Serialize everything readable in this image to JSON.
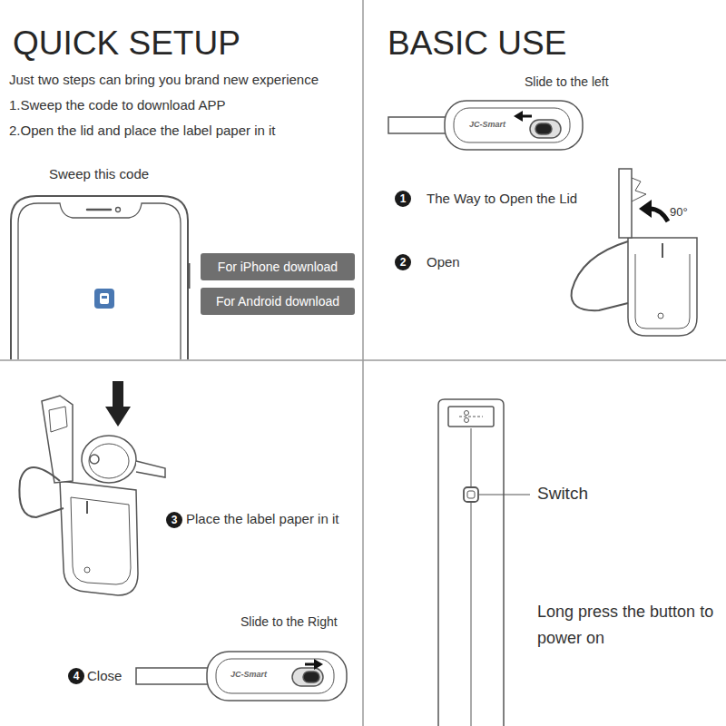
{
  "diagram": {
    "nodes": [
      {
        "text": [
          "For iPhone download"
        ]
      },
      {
        "text": [
          "For Android download"
        ]
      },
      {
        "text": [
          "1"
        ]
      },
      {
        "text": [
          "2"
        ]
      },
      {
        "text": [
          "3"
        ]
      },
      {
        "text": [
          "4"
        ]
      }
    ],
    "labels": [
      "QUICK SETUP",
      "Just two steps can bring you brand new experience",
      "1.Sweep the code to download APP",
      "2.Open the lid and place the label paper in it",
      "Sweep this code",
      "BASIC USE",
      "Slide to the left",
      "JC-Smart",
      "The Way to Open the Lid",
      "90°",
      "Open",
      "Place the label paper in it",
      "Slide to the Right",
      "JC-Smart",
      "Close",
      "Switch",
      "Long press the button to power on"
    ]
  }
}
